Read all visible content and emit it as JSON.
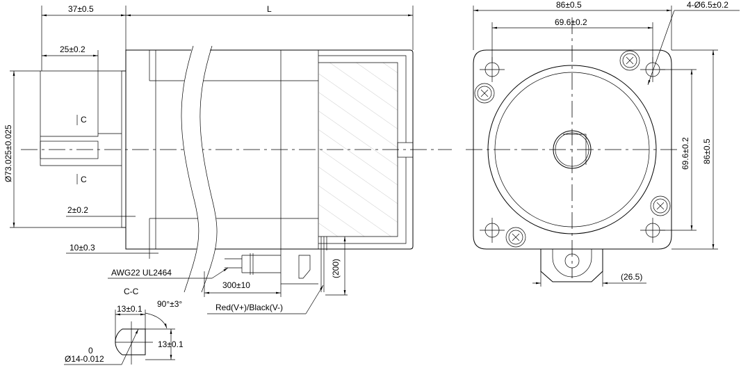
{
  "side_view": {
    "dim_flange_to_shaft": "37±0.5",
    "dim_length": "L",
    "dim_shaft_flat": "25±0.2",
    "dim_pilot_diameter": "Ø73.025±0.025",
    "section_mark_top": "C",
    "section_mark_bottom": "C",
    "dim_pilot_height": "2±0.2",
    "dim_flange_thickness": "10±0.3",
    "cable_spec": "AWG22 UL2464",
    "dim_cable_length": "300±10",
    "dim_brake_lead": "(200)",
    "brake_lead_label": "Red(V+)/Black(V-)"
  },
  "section_view": {
    "title": "C-C",
    "dim_flat_width": "13±0.1",
    "dim_flat_angle": "90°±3°",
    "dim_flat_height": "13±0.1",
    "dim_shaft_diameter": "Ø14-0.012",
    "dim_shaft_upper_tol": "0"
  },
  "front_view": {
    "dim_width": "86±0.5",
    "dim_hole_pitch_h": "69.6±0.2",
    "dim_holes": "4-Ø6.5±0.2",
    "dim_hole_pitch_v": "69.6±0.2",
    "dim_height": "86±0.5",
    "dim_tab": "(26.5)"
  }
}
